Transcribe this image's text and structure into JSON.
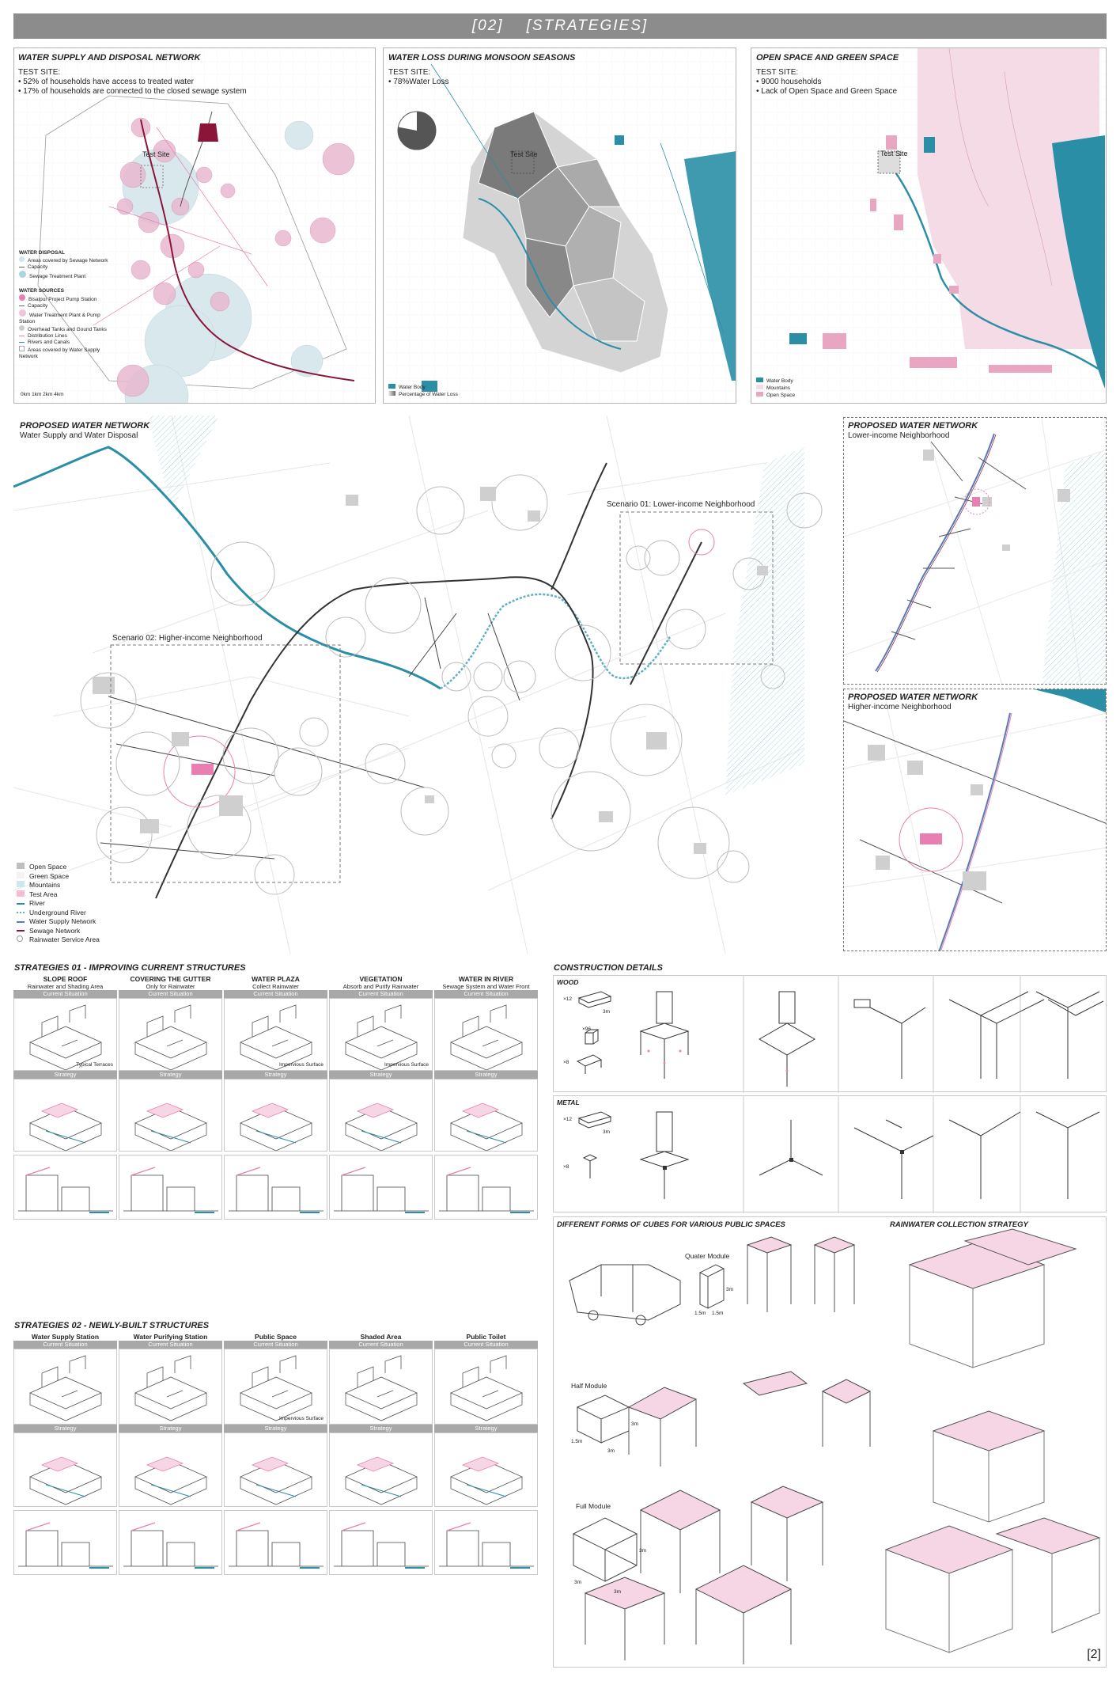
{
  "header": {
    "title": "[02]    [STRATEGIES]"
  },
  "map_water_supply": {
    "title": "WATER SUPPLY AND DISPOSAL NETWORK",
    "test_site_heading": "TEST SITE:",
    "bullets": [
      "• 52% of households have access to treated water",
      "• 17% of households are connected to the closed sewage system"
    ],
    "test_site_label": "Test Site",
    "legend": {
      "disposal_heading": "WATER DISPOSAL",
      "disposal_items": [
        "Areas covered by Sewage Network",
        "Capacity",
        "Sewage Treatment Plant"
      ],
      "sources_heading": "WATER SOURCES",
      "sources_items": [
        "Bisalpur Project Pump Station",
        "Capacity",
        "Water Treatment Plant & Pump Station",
        "Overhead Tanks and Gound Tanks",
        "Distribution Lines",
        "Rivers and Canals",
        "Areas covered by Water Supply Network"
      ],
      "scale": "0km 1km 2km 4km"
    }
  },
  "map_water_loss": {
    "title": "WATER LOSS DURING MONSOON SEASONS",
    "test_site_heading": "TEST SITE:",
    "bullets": [
      "• 78%Water Loss"
    ],
    "pie_loss_percent": 78,
    "test_site_label": "Test Site",
    "legend": [
      "Water Body",
      "Percentage of Water Loss"
    ]
  },
  "map_open_space": {
    "title": "OPEN SPACE AND GREEN SPACE",
    "test_site_heading": "TEST SITE:",
    "bullets": [
      "• 9000 households",
      "• Lack of Open Space and Green Space"
    ],
    "test_site_label": "Test Site",
    "legend": [
      "Water Body",
      "Mountains",
      "Open Space"
    ]
  },
  "proposed_main": {
    "title": "PROPOSED WATER NETWORK",
    "subtitle": "Water Supply and Water Disposal",
    "scenario1": "Scenario 01: Lower-income Neighborhood",
    "scenario2": "Scenario 02: Higher-income Neighborhood",
    "legend": [
      "Open Space",
      "Green Space",
      "Mountains",
      "Test Area",
      "River",
      "Underground River",
      "Water Supply Network",
      "Sewage Network",
      "Rainwater Service Area"
    ]
  },
  "proposed_lower": {
    "title": "PROPOSED WATER NETWORK",
    "subtitle": "Lower-income Neighborhood"
  },
  "proposed_higher": {
    "title": "PROPOSED WATER NETWORK",
    "subtitle": "Higher-income Neighborhood"
  },
  "strategies01": {
    "title": "STRATEGIES 01 - IMPROVING CURRENT STRUCTURES",
    "columns": [
      {
        "title": "SLOPE ROOF",
        "subtitle": "Rainwater and Shading Area",
        "note": "Typical Terraces"
      },
      {
        "title": "COVERING  THE GUTTER",
        "subtitle": "Only for Rainwater",
        "note": ""
      },
      {
        "title": "WATER PLAZA",
        "subtitle": "Collect Rainwater",
        "note": "Impervious Surface"
      },
      {
        "title": "VEGETATION",
        "subtitle": "Absorb and Purify Rainwater",
        "note": "Impervious Surface"
      },
      {
        "title": "WATER IN RIVER",
        "subtitle": "Sewage System and Water Front",
        "note": ""
      }
    ],
    "current_label": "Current Situation",
    "strategy_label": "Strategy"
  },
  "strategies02": {
    "title": "STRATEGIES 02 - NEWLY-BUILT STRUCTURES",
    "columns": [
      {
        "title": "Water Supply Station",
        "note": ""
      },
      {
        "title": "Water Purifying Station",
        "note": ""
      },
      {
        "title": "Public Space",
        "note": "Impervious Surface"
      },
      {
        "title": "Shaded Area",
        "note": ""
      },
      {
        "title": "Public Toilet",
        "note": ""
      }
    ],
    "current_label": "Current Situation",
    "strategy_label": "Strategy"
  },
  "construction": {
    "title": "CONSTRUCTION DETAILS",
    "wood_label": "WOOD",
    "metal_label": "METAL",
    "wood_counts": [
      "×12",
      "×96",
      "×8"
    ],
    "metal_counts": [
      "×12",
      "×8"
    ],
    "dim": "3m"
  },
  "cubes": {
    "title": "DIFFERENT FORMS OF CUBES FOR VARIOUS PUBLIC SPACES",
    "rain_title": "RAINWATER COLLECTION STRATEGY",
    "quarter": "Quater Module",
    "half": "Half Module",
    "full": "Full Module",
    "dims": [
      "3m",
      "1.5m",
      "1.5m",
      "3m",
      "1.5m",
      "3m",
      "3m",
      "3m",
      "3m"
    ]
  },
  "page_number": "[2]",
  "colors": {
    "teal": "#2a8fa6",
    "pink": "#e87fb0",
    "maroon": "#8a1538",
    "grey": "#8c8c8c"
  }
}
